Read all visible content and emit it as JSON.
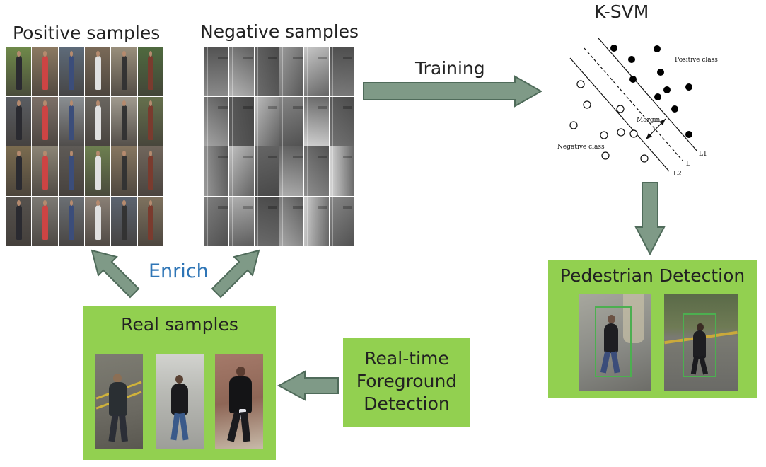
{
  "headings": {
    "positive": "Positive samples",
    "negative": "Negative samples",
    "ksvm": "K-SVM",
    "training": "Training",
    "enrich": "Enrich"
  },
  "svm_plot": {
    "positive_class": "Positive class",
    "negative_class": "Negative class",
    "margin": "Margin",
    "l1": "L1",
    "l": "L",
    "l2": "L2"
  },
  "boxes": {
    "pedestrian_detection": "Pedestrian Detection",
    "real_samples": "Real samples",
    "foreground": [
      "Real-time",
      "Foreground",
      "Detection"
    ]
  },
  "colors": {
    "box_green": "#92d050",
    "arrow_fill": "#7f9a87",
    "arrow_stroke": "#4f6b5a",
    "enrich_blue": "#2e75b6"
  }
}
